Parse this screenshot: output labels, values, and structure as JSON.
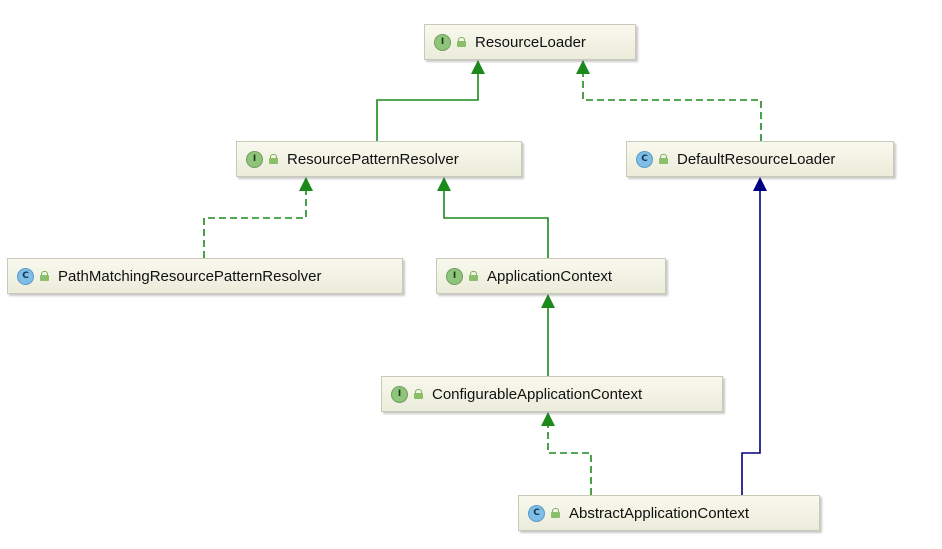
{
  "diagram": {
    "colors": {
      "interface_edge": "#1b8a1b",
      "class_edge": "#000080",
      "interface_badge": "#8fc47b",
      "class_badge": "#7fbce6"
    },
    "nodes": [
      {
        "id": "resource-loader",
        "kind": "interface",
        "badge": "I",
        "label": "ResourceLoader"
      },
      {
        "id": "resource-pattern-resolver",
        "kind": "interface",
        "badge": "I",
        "label": "ResourcePatternResolver"
      },
      {
        "id": "default-resource-loader",
        "kind": "class",
        "badge": "C",
        "label": "DefaultResourceLoader"
      },
      {
        "id": "path-matching-resource-pattern-resolver",
        "kind": "class",
        "badge": "C",
        "label": "PathMatchingResourcePatternResolver"
      },
      {
        "id": "application-context",
        "kind": "interface",
        "badge": "I",
        "label": "ApplicationContext"
      },
      {
        "id": "configurable-application-context",
        "kind": "interface",
        "badge": "I",
        "label": "ConfigurableApplicationContext"
      },
      {
        "id": "abstract-application-context",
        "kind": "class",
        "badge": "C",
        "label": "AbstractApplicationContext"
      }
    ],
    "edges": [
      {
        "from": "resource-pattern-resolver",
        "to": "resource-loader",
        "type": "extends",
        "style": "solid",
        "color": "green"
      },
      {
        "from": "default-resource-loader",
        "to": "resource-loader",
        "type": "implements",
        "style": "dashed",
        "color": "green"
      },
      {
        "from": "path-matching-resource-pattern-resolver",
        "to": "resource-pattern-resolver",
        "type": "implements",
        "style": "dashed",
        "color": "green"
      },
      {
        "from": "application-context",
        "to": "resource-pattern-resolver",
        "type": "extends",
        "style": "solid",
        "color": "green"
      },
      {
        "from": "configurable-application-context",
        "to": "application-context",
        "type": "extends",
        "style": "solid",
        "color": "green"
      },
      {
        "from": "abstract-application-context",
        "to": "configurable-application-context",
        "type": "implements",
        "style": "dashed",
        "color": "green"
      },
      {
        "from": "abstract-application-context",
        "to": "default-resource-loader",
        "type": "extends",
        "style": "solid",
        "color": "blue"
      }
    ]
  }
}
